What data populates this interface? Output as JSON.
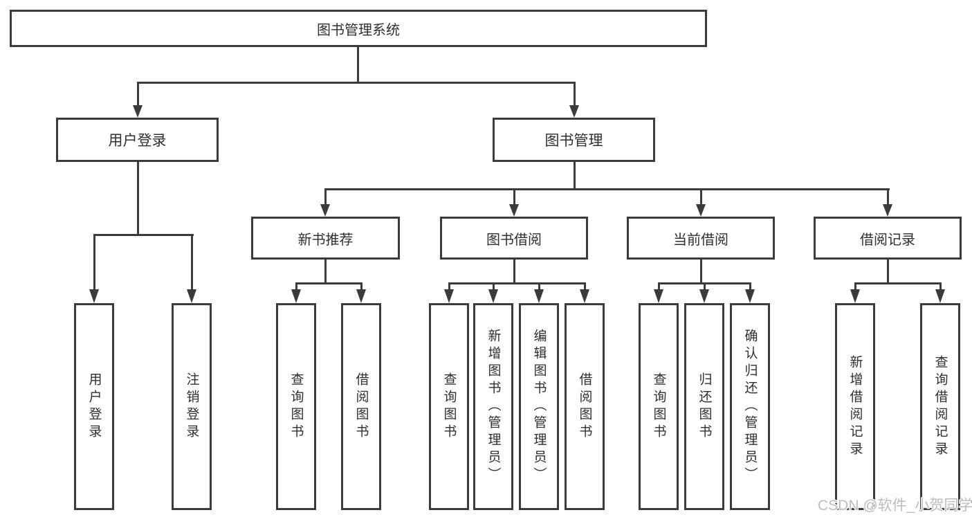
{
  "diagram": {
    "title": "图书管理系统",
    "root": {
      "label": "图书管理系统"
    },
    "level2": [
      {
        "label": "用户登录"
      },
      {
        "label": "图书管理"
      }
    ],
    "level3": [
      {
        "label": "新书推荐"
      },
      {
        "label": "图书借阅"
      },
      {
        "label": "当前借阅"
      },
      {
        "label": "借阅记录"
      }
    ],
    "leaves": {
      "user_login": [
        "用户登录",
        "注销登录"
      ],
      "new_book_recommend": [
        "查询图书",
        "借阅图书"
      ],
      "book_borrowing": [
        "查询图书",
        "新增图书（管理员）",
        "编辑图书（管理员）",
        "借阅图书"
      ],
      "current_borrowing": [
        "查询图书",
        "归还图书",
        "确认归还（管理员）"
      ],
      "borrowing_records": [
        "新增借阅记录",
        "查询借阅记录"
      ]
    }
  },
  "watermark": {
    "text": "CSDN @软件_小贺同学"
  },
  "colors": {
    "line": "#3b3b3b",
    "box_border": "#3b3b3b",
    "box_background": "#ffffff",
    "text": "#2f2f2f",
    "watermark": "#bcbcbc",
    "background": "#ffffff"
  }
}
